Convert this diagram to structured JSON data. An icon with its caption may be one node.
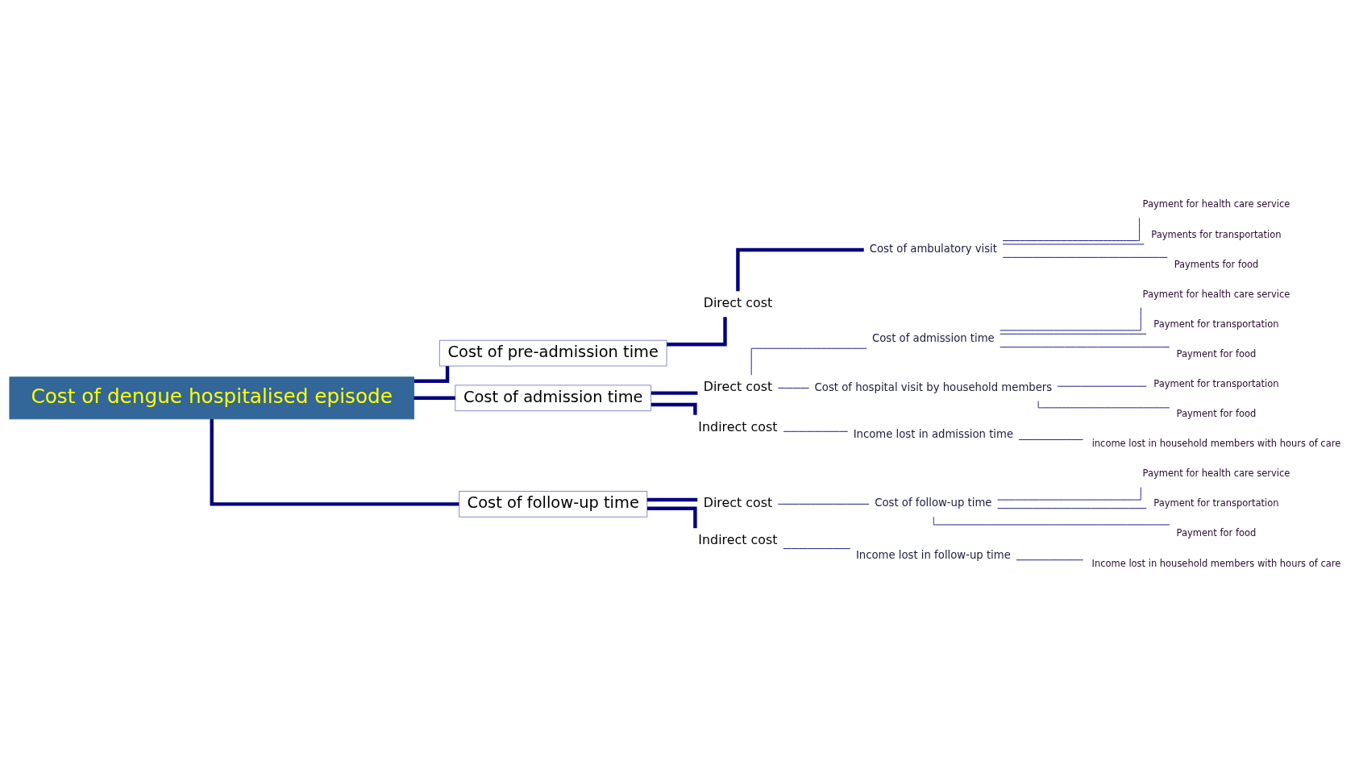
{
  "diagram": {
    "nodes": [
      {
        "text": [
          "Cost of dengue hospitalised episode"
        ]
      },
      {
        "text": [
          "Cost of pre-admission time"
        ]
      },
      {
        "text": [
          "Direct cost"
        ]
      },
      {
        "text": [
          "Cost of ambulatory visit"
        ]
      },
      {
        "text": [
          "Payment for health care service"
        ]
      },
      {
        "text": [
          "Payments for transportation"
        ]
      },
      {
        "text": [
          "Payments for food"
        ]
      },
      {
        "text": [
          "Cost of admission time"
        ]
      },
      {
        "text": [
          "Direct cost"
        ]
      },
      {
        "text": [
          "Cost of admission time"
        ]
      },
      {
        "text": [
          "Payment for health care service"
        ]
      },
      {
        "text": [
          "Payment for transportation"
        ]
      },
      {
        "text": [
          "Payment for food"
        ]
      },
      {
        "text": [
          "Cost of hospital visit by household members"
        ]
      },
      {
        "text": [
          "Payment for transportation"
        ]
      },
      {
        "text": [
          "Payment for food"
        ]
      },
      {
        "text": [
          "Indirect cost"
        ]
      },
      {
        "text": [
          "Income lost in admission time"
        ]
      },
      {
        "text": [
          "income lost in household members with hours of care"
        ]
      },
      {
        "text": [
          "Cost of follow-up time"
        ]
      },
      {
        "text": [
          "Direct cost"
        ]
      },
      {
        "text": [
          "Cost of follow-up time"
        ]
      },
      {
        "text": [
          "Payment for health care service"
        ]
      },
      {
        "text": [
          "Payment for transportation"
        ]
      },
      {
        "text": [
          "Payment for food"
        ]
      },
      {
        "text": [
          "Indirect cost"
        ]
      },
      {
        "text": [
          "Income lost in follow-up time"
        ]
      },
      {
        "text": [
          "Income lost in household members with hours of care"
        ]
      }
    ],
    "edges": [
      {
        "from": 0,
        "to": 1,
        "arrow": "none",
        "style": "thick"
      },
      {
        "from": 1,
        "to": 2,
        "arrow": "none",
        "style": "thick"
      },
      {
        "from": 2,
        "to": 3,
        "arrow": "none",
        "style": "thick"
      },
      {
        "from": 3,
        "to": 4,
        "arrow": "none"
      },
      {
        "from": 3,
        "to": 5,
        "arrow": "none"
      },
      {
        "from": 3,
        "to": 6,
        "arrow": "none"
      },
      {
        "from": 0,
        "to": 7,
        "arrow": "none",
        "style": "thick"
      },
      {
        "from": 7,
        "to": 8,
        "arrow": "none",
        "style": "thick"
      },
      {
        "from": 8,
        "to": 9,
        "arrow": "none"
      },
      {
        "from": 9,
        "to": 10,
        "arrow": "none"
      },
      {
        "from": 9,
        "to": 11,
        "arrow": "none"
      },
      {
        "from": 9,
        "to": 12,
        "arrow": "none"
      },
      {
        "from": 8,
        "to": 13,
        "arrow": "none"
      },
      {
        "from": 13,
        "to": 14,
        "arrow": "none"
      },
      {
        "from": 13,
        "to": 15,
        "arrow": "none"
      },
      {
        "from": 7,
        "to": 16,
        "arrow": "none",
        "style": "thick"
      },
      {
        "from": 16,
        "to": 17,
        "arrow": "none"
      },
      {
        "from": 17,
        "to": 18,
        "arrow": "none"
      },
      {
        "from": 0,
        "to": 19,
        "arrow": "none",
        "style": "thick"
      },
      {
        "from": 19,
        "to": 20,
        "arrow": "none",
        "style": "thick"
      },
      {
        "from": 20,
        "to": 21,
        "arrow": "none"
      },
      {
        "from": 21,
        "to": 22,
        "arrow": "none"
      },
      {
        "from": 21,
        "to": 23,
        "arrow": "none"
      },
      {
        "from": 21,
        "to": 24,
        "arrow": "none"
      },
      {
        "from": 19,
        "to": 25,
        "arrow": "none",
        "style": "thick"
      },
      {
        "from": 25,
        "to": 26,
        "arrow": "none"
      },
      {
        "from": 26,
        "to": 27,
        "arrow": "none"
      }
    ]
  }
}
